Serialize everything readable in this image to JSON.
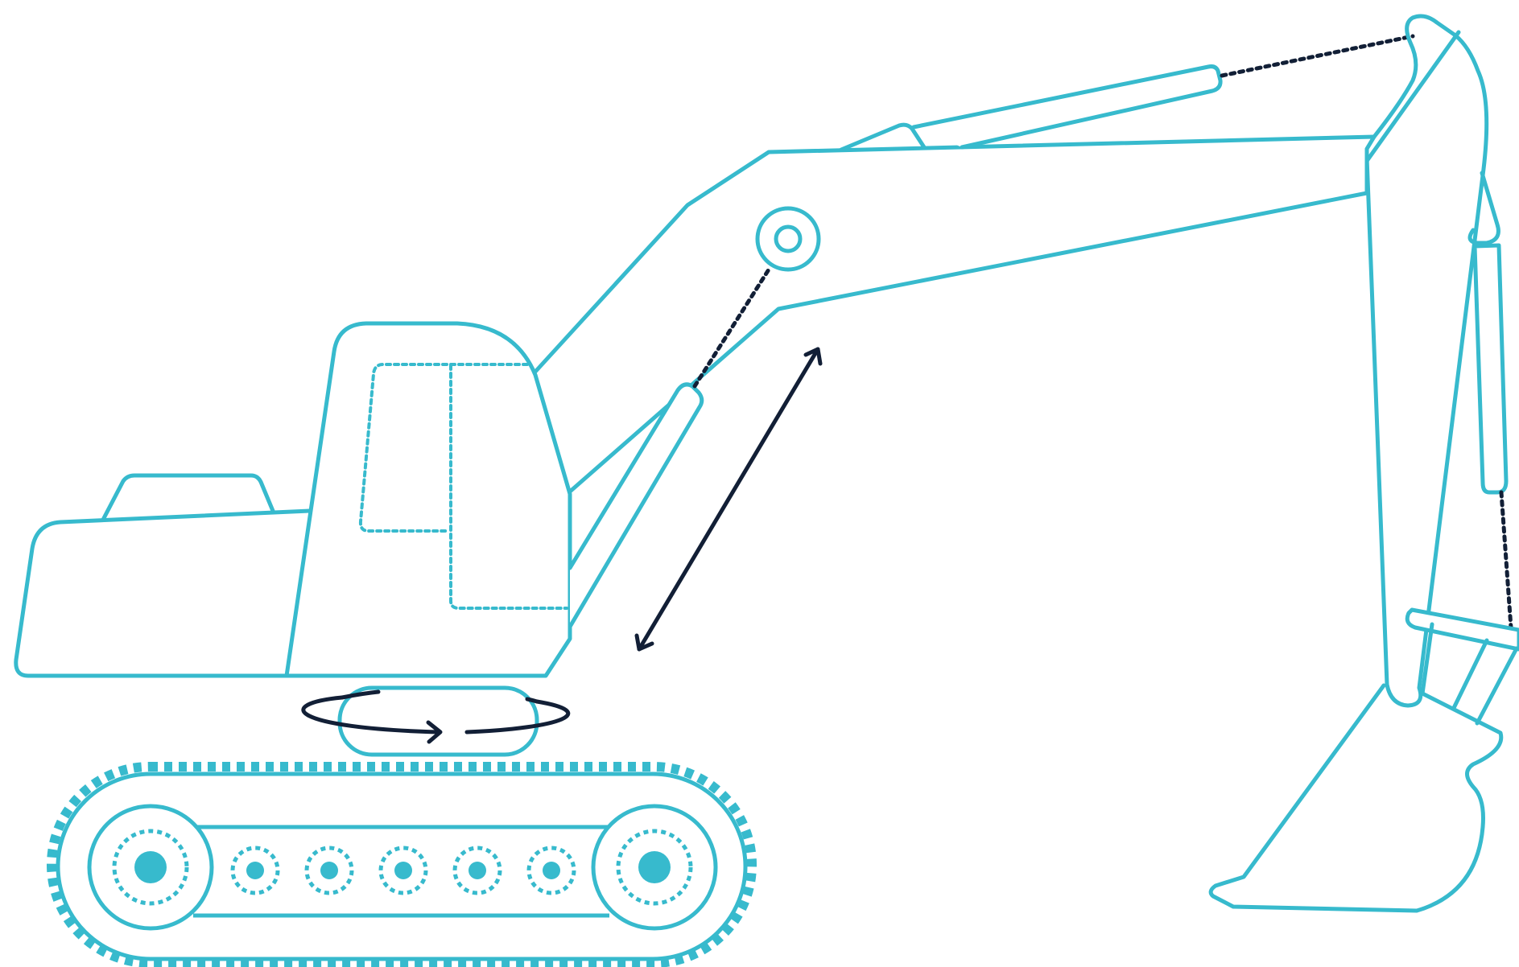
{
  "diagram": {
    "subject": "hydraulic-excavator",
    "labels": [],
    "colors": {
      "outline": "#37BACD",
      "motion_arrows": "#121F36",
      "background": "#FFFFFF"
    },
    "parts": [
      {
        "name": "crawler-track",
        "style": "dashed-tread"
      },
      {
        "name": "drive-sprocket",
        "count": 2
      },
      {
        "name": "track-roller",
        "count": 5
      },
      {
        "name": "swing-ring",
        "style": "rotation-arrow"
      },
      {
        "name": "upper-structure"
      },
      {
        "name": "cab",
        "style": "dotted-window"
      },
      {
        "name": "engine-housing"
      },
      {
        "name": "boom"
      },
      {
        "name": "boom-cylinder"
      },
      {
        "name": "arm-cylinder"
      },
      {
        "name": "stick"
      },
      {
        "name": "bucket-cylinder"
      },
      {
        "name": "bucket"
      }
    ],
    "motion_indicators": [
      "swing-rotation-arrow",
      "boom-travel-double-arrow",
      "cylinder-linkage-dotted-lines"
    ]
  }
}
